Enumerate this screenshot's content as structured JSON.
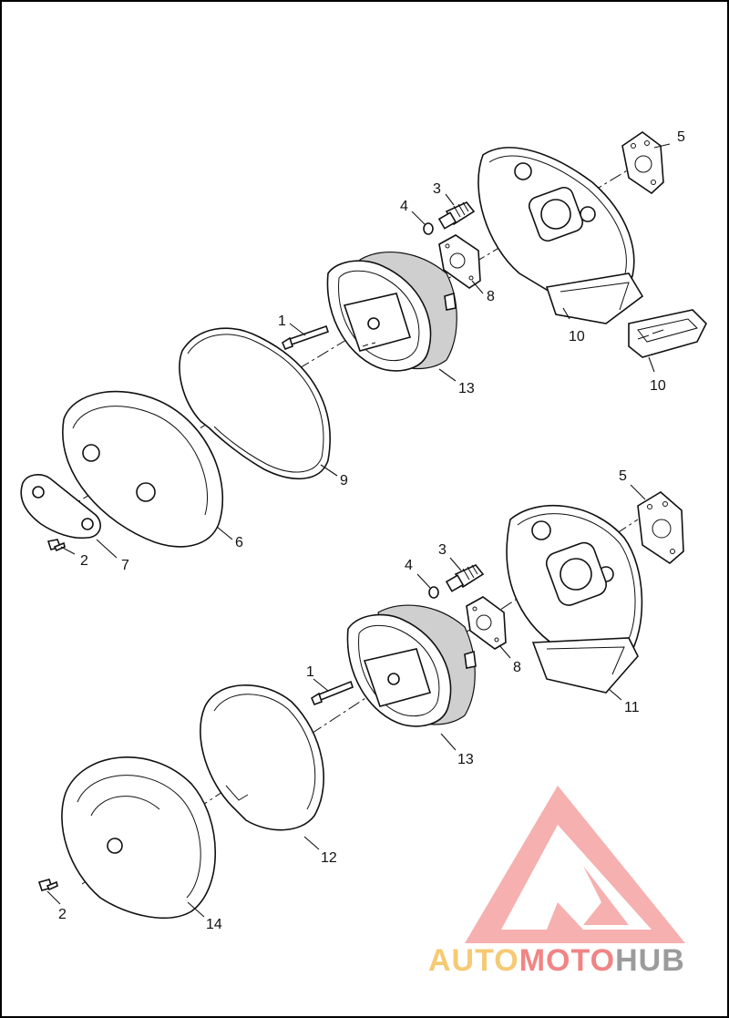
{
  "callouts_upper": [
    "5",
    "3",
    "4",
    "8",
    "1",
    "10",
    "10",
    "13",
    "9",
    "6",
    "2",
    "7"
  ],
  "callouts_lower": [
    "5",
    "3",
    "4",
    "8",
    "1",
    "11",
    "13",
    "12",
    "14",
    "2"
  ],
  "watermark": {
    "part1": "AUTO",
    "part2": "MOTO",
    "part3": "HUB",
    "color_orange": "#f5c15a",
    "color_red": "#ee6f6f",
    "color_grey": "#8a8a8a"
  }
}
